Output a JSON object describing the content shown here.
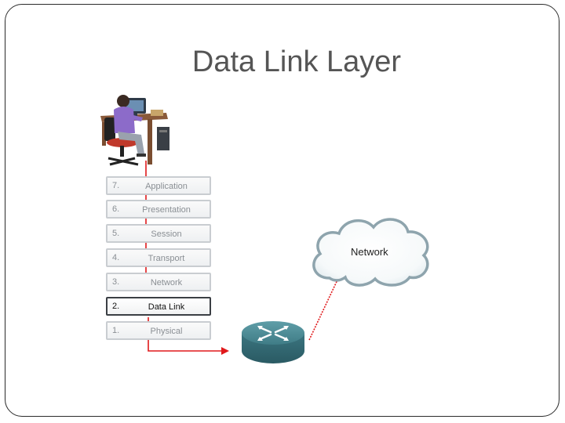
{
  "slide": {
    "title": "Data Link Layer"
  },
  "osi_layers": [
    {
      "number": "7.",
      "name": "Application",
      "active": false
    },
    {
      "number": "6.",
      "name": "Presentation",
      "active": false
    },
    {
      "number": "5.",
      "name": "Session",
      "active": false
    },
    {
      "number": "4.",
      "name": "Transport",
      "active": false
    },
    {
      "number": "3.",
      "name": "Network",
      "active": false
    },
    {
      "number": "2.",
      "name": "Data Link",
      "active": true
    },
    {
      "number": "1.",
      "name": "Physical",
      "active": false
    }
  ],
  "network": {
    "label": "Network"
  },
  "colors": {
    "arrow": "#e0191b",
    "router": "#3f7c86",
    "cloud_edge": "#8ea4ad",
    "active_border": "#3b3f44"
  }
}
